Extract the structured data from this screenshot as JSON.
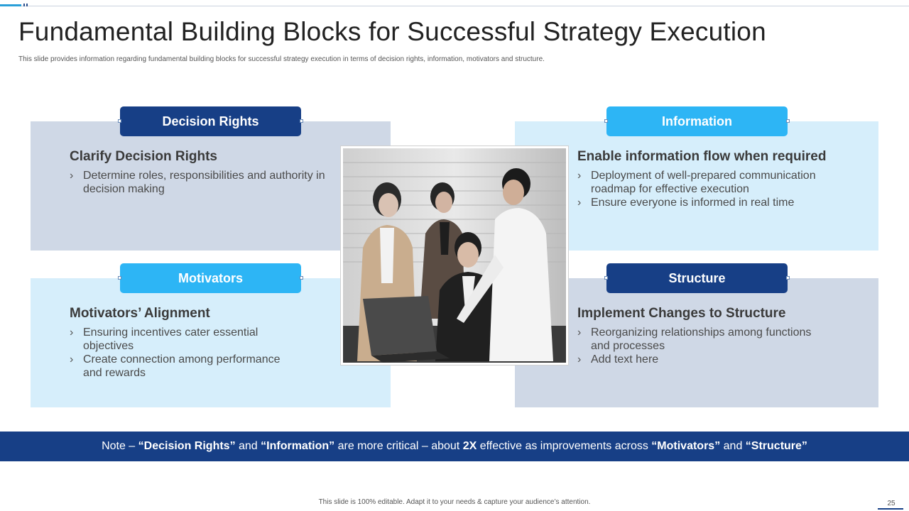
{
  "slide": {
    "title": "Fundamental Building Blocks for Successful Strategy Execution",
    "subtitle": "This slide provides information regarding fundamental building blocks for successful strategy execution in terms of decision rights, information, motivators and structure."
  },
  "blocks": [
    {
      "tab": "Decision Rights",
      "heading": "Clarify Decision Rights",
      "bullets": [
        "Determine roles, responsibilities and authority in decision making"
      ]
    },
    {
      "tab": "Information",
      "heading": "Enable information flow when required",
      "bullets": [
        "Deployment of well-prepared communication roadmap for effective execution",
        "Ensure everyone is informed in real time"
      ]
    },
    {
      "tab": "Motivators",
      "heading": "Motivators’ Alignment",
      "bullets": [
        "Ensuring incentives cater essential objectives",
        "Create connection among performance and rewards"
      ]
    },
    {
      "tab": "Structure",
      "heading": "Implement Changes to Structure",
      "bullets": [
        "Reorganizing relationships among functions and processes",
        "Add text here"
      ]
    }
  ],
  "bullet_glyph": "›",
  "note": {
    "p1": "Note – ",
    "b1": "“Decision Rights”",
    "p2": " and ",
    "b2": "“Information”",
    "p3": " are more critical – about ",
    "b3": "2X",
    "p4": " effective as improvements across ",
    "b4": "“Motivators”",
    "p5": " and ",
    "b5": "“Structure”"
  },
  "footer": {
    "text": "This slide is 100% editable. Adapt it to your needs & capture your audience’s attention.",
    "page_number": "25"
  },
  "colors": {
    "dark_blue": "#173f86",
    "bright_blue": "#2db5f5",
    "card_gray": "#cfd8e6",
    "card_light": "#d6eefb"
  }
}
